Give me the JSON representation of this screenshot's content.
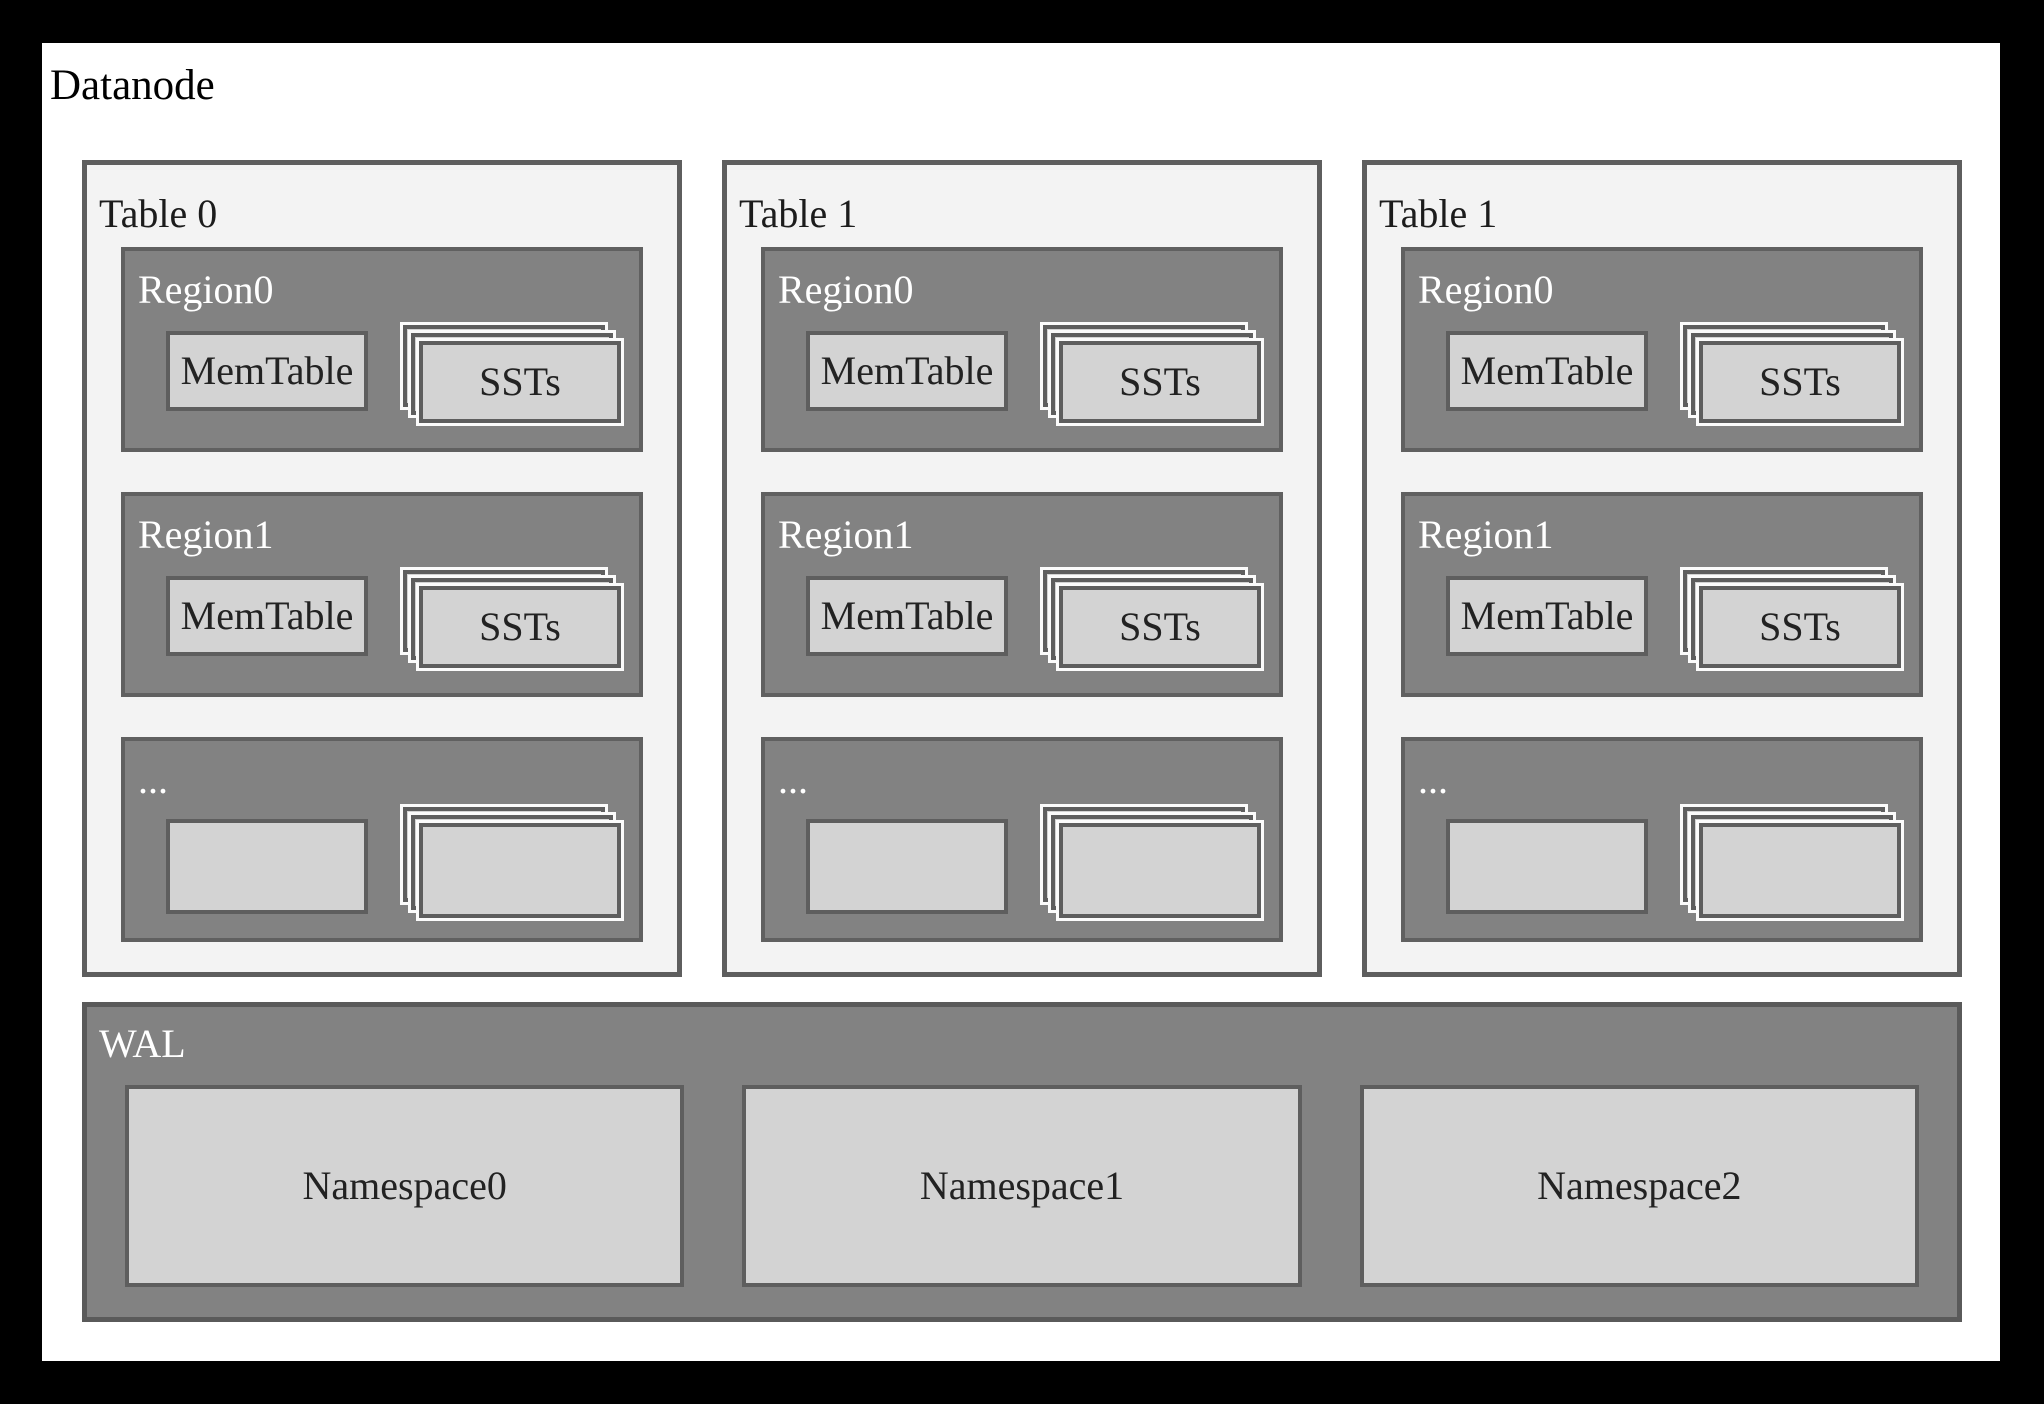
{
  "title": "Datanode",
  "colors": {
    "frame": "#000000",
    "page_bg": "#ffffff",
    "table_bg": "#f3f3f3",
    "table_border": "#5e5e5e",
    "region_bg": "#828282",
    "region_border": "#606060",
    "card_bg": "#d3d3d3",
    "card_border": "#5e5e5e",
    "card_outline": "#fbfbfb",
    "wal_bg": "#828282",
    "text_dark": "#1c1c1c",
    "text_light": "#ffffff"
  },
  "tables": [
    {
      "label": "Table 0",
      "regions": [
        {
          "label": "Region0",
          "memtable": "MemTable",
          "ssts": "SSTs"
        },
        {
          "label": "Region1",
          "memtable": "MemTable",
          "ssts": "SSTs"
        },
        {
          "label": "...",
          "memtable": "",
          "ssts": ""
        }
      ]
    },
    {
      "label": "Table 1",
      "regions": [
        {
          "label": "Region0",
          "memtable": "MemTable",
          "ssts": "SSTs"
        },
        {
          "label": "Region1",
          "memtable": "MemTable",
          "ssts": "SSTs"
        },
        {
          "label": "...",
          "memtable": "",
          "ssts": ""
        }
      ]
    },
    {
      "label": "Table 1",
      "regions": [
        {
          "label": "Region0",
          "memtable": "MemTable",
          "ssts": "SSTs"
        },
        {
          "label": "Region1",
          "memtable": "MemTable",
          "ssts": "SSTs"
        },
        {
          "label": "...",
          "memtable": "",
          "ssts": ""
        }
      ]
    }
  ],
  "wal": {
    "label": "WAL",
    "namespaces": [
      {
        "label": "Namespace0"
      },
      {
        "label": "Namespace1"
      },
      {
        "label": "Namespace2"
      }
    ]
  }
}
